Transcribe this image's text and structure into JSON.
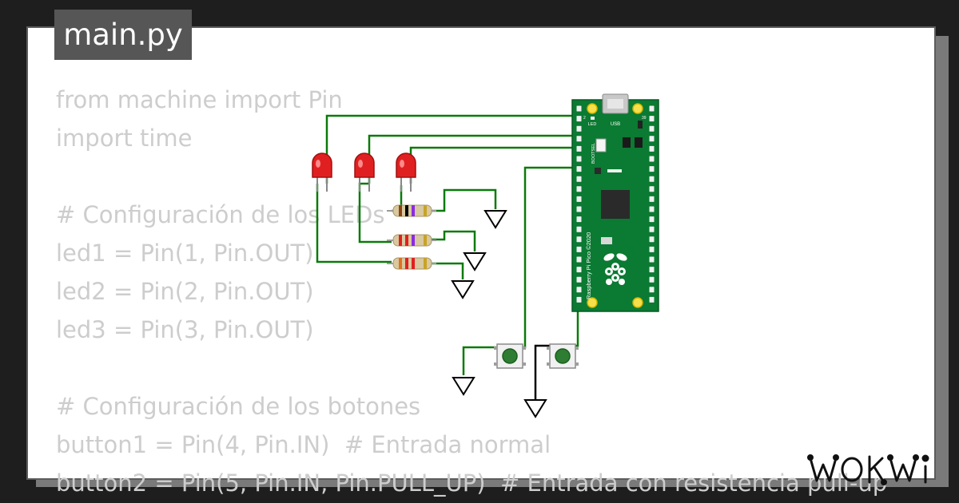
{
  "file_tab": {
    "label": "main.py"
  },
  "code_lines": [
    "from machine import Pin",
    "import time",
    "",
    "# Configuración de los LEDs",
    "led1 = Pin(1, Pin.OUT)",
    "led2 = Pin(2, Pin.OUT)",
    "led3 = Pin(3, Pin.OUT)",
    "",
    "# Configuración de los botones",
    "button1 = Pin(4, Pin.IN)  # Entrada normal",
    "button2 = Pin(5, Pin.IN, Pin.PULL_UP)  # Entrada con resistencia pull-up"
  ],
  "board": {
    "usb_label": "USB",
    "led_label": "LED",
    "bootsel_label": "BOOTSEL",
    "pin_label_left": "2",
    "pin_label_right": "39",
    "silkscreen_text": "Raspberry Pi Pico ©2020",
    "color": "#0b7a32"
  },
  "components": {
    "leds": [
      "red-led-1",
      "red-led-2",
      "red-led-3"
    ],
    "resistors": [
      "resistor-1",
      "resistor-2",
      "resistor-3"
    ],
    "buttons": [
      "pushbutton-1",
      "pushbutton-2"
    ],
    "grounds": 5
  },
  "colors": {
    "wire": "#0a7a0a",
    "led": "#e02020",
    "button": "#2e7d32",
    "ground": "#000000"
  },
  "brand": {
    "logo_text": "WOKWi"
  }
}
